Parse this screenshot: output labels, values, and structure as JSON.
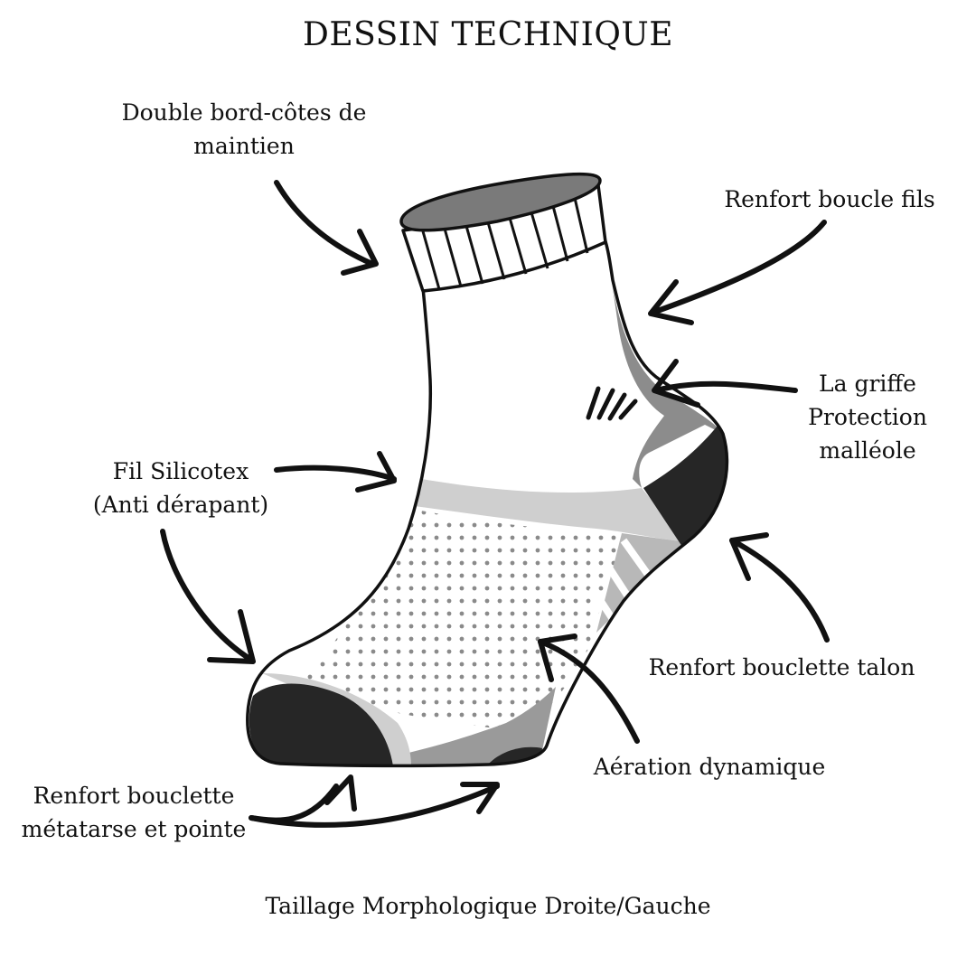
{
  "title": "DESSIN TECHNIQUE",
  "footer": "Taillage Morphologique Droite/Gauche",
  "colors": {
    "ink": "#111111",
    "dark": "#262626",
    "mid_gray": "#8c8c8c",
    "light_gray": "#cfcfcf",
    "dots": "#8a8a8a",
    "background": "#ffffff"
  },
  "labels": {
    "cuff": {
      "line1": "Double bord-côtes de",
      "line2": "maintien"
    },
    "loop": {
      "line1": "Renfort boucle fils"
    },
    "claw": {
      "line1": "La griffe",
      "line2": "Protection",
      "line3": "malléole"
    },
    "silicotex": {
      "line1": "Fil Silicotex",
      "line2": "(Anti dérapant)"
    },
    "heel": {
      "line1": "Renfort bouclette talon"
    },
    "aeration": {
      "line1": "Aération dynamique"
    },
    "toe": {
      "line1": "Renfort bouclette",
      "line2": "métatarse et pointe"
    }
  }
}
